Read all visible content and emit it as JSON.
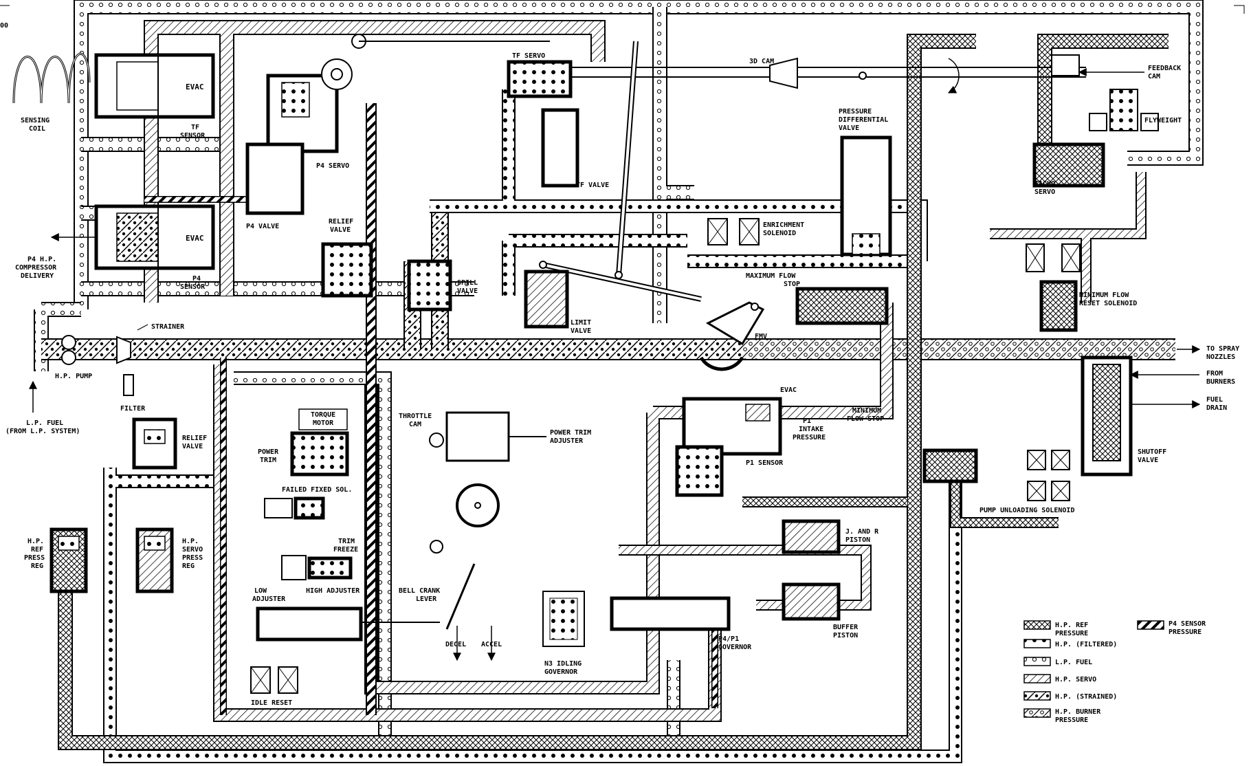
{
  "page": {
    "corner_code": "00"
  },
  "components": {
    "sensing_coil": [
      "SENSING",
      "COIL"
    ],
    "evac_top": "EVAC",
    "evac_mid": "EVAC",
    "evac_p1": "EVAC",
    "tf_sensor": [
      "TF",
      "SENSOR"
    ],
    "p4_sensor": [
      "P4",
      "SENSOR"
    ],
    "p4_hp_delivery": [
      "P4 H.P.",
      "COMPRESSOR",
      "DELIVERY"
    ],
    "p4_servo": "P4 SERVO",
    "p4_valve": "P4 VALVE",
    "relief_valve_top": [
      "RELIEF",
      "VALVE"
    ],
    "relief_valve_low": [
      "RELIEF",
      "VALVE"
    ],
    "spill_valve": [
      "SPILL",
      "VALVE"
    ],
    "tf_servo": "TF SERVO",
    "tf_valve": "TF VALVE",
    "cam_3d": "3D CAM",
    "feedback_cam": [
      "FEEDBACK",
      "CAM"
    ],
    "flyweight": "FLYWEIGHT",
    "tacho_servo": [
      "TACHO",
      "SERVO"
    ],
    "pressure_diff_valve": [
      "PRESSURE",
      "DIFFERENTIAL",
      "VALVE"
    ],
    "enrichment_solenoid": [
      "ENRICHMENT",
      "SOLENOID"
    ],
    "max_flow_stop": [
      "MAXIMUM FLOW",
      "STOP"
    ],
    "min_flow_reset": [
      "MINIMUM FLOW",
      "RESET SOLENOID"
    ],
    "fmv": "FMV",
    "limit_valve": [
      "LIMIT",
      "VALVE"
    ],
    "strainer": "STRAINER",
    "hp_pump": "H.P. PUMP",
    "lp_fuel": [
      "L.P. FUEL",
      "(FROM L.P. SYSTEM)"
    ],
    "filter": "FILTER",
    "to_spray": [
      "TO SPRAY",
      "NOZZLES"
    ],
    "from_burners": [
      "FROM",
      "BURNERS"
    ],
    "fuel_drain": [
      "FUEL",
      "DRAIN"
    ],
    "shutoff_valve": [
      "SHUTOFF",
      "VALVE"
    ],
    "p1_intake": [
      "P1",
      "INTAKE",
      "PRESSURE"
    ],
    "p1_sensor": "P1 SENSOR",
    "min_flow_stop": [
      "MINIMUM",
      "FLOW STOP"
    ],
    "torque_motor": [
      "TORQUE",
      "MOTOR"
    ],
    "throttle_cam": [
      "THROTTLE",
      "CAM"
    ],
    "power_trim_adjuster": [
      "POWER TRIM",
      "ADJUSTER"
    ],
    "power_trim": [
      "POWER",
      "TRIM"
    ],
    "failed_fixed": "FAILED FIXED SOL.",
    "trim_freeze": [
      "TRIM",
      "FREEZE"
    ],
    "low_adjuster": [
      "LOW",
      "ADJUSTER"
    ],
    "high_adjuster": "HIGH ADJUSTER",
    "bell_crank": [
      "BELL CRANK",
      "LEVER"
    ],
    "decel": "DECEL",
    "accel": "ACCEL",
    "n3_idling": [
      "N3 IDLING",
      "GOVERNOR"
    ],
    "idle_reset": "IDLE RESET",
    "hp_ref_press_reg": [
      "H.P.",
      "REF",
      "PRESS",
      "REG"
    ],
    "hp_servo_press_reg": [
      "H.P.",
      "SERVO",
      "PRESS",
      "REG"
    ],
    "p4p1_governor": [
      "P4/P1",
      "GOVERNOR"
    ],
    "j_and_r": [
      "J. AND R",
      "PISTON"
    ],
    "buffer_piston": [
      "BUFFER",
      "PISTON"
    ],
    "pump_unloading": "PUMP UNLOADING SOLENOID"
  },
  "legend": [
    {
      "key": "hp_ref",
      "label": [
        "H.P. REF",
        "PRESSURE"
      ]
    },
    {
      "key": "hp_filtered",
      "label": [
        "H.P. (FILTERED)"
      ]
    },
    {
      "key": "lp_fuel",
      "label": [
        "L.P. FUEL"
      ]
    },
    {
      "key": "hp_servo",
      "label": [
        "H.P. SERVO"
      ]
    },
    {
      "key": "hp_strained",
      "label": [
        "H.P. (STRAINED)"
      ]
    },
    {
      "key": "hp_burner",
      "label": [
        "H.P. BURNER",
        "PRESSURE"
      ]
    },
    {
      "key": "p4_sensor",
      "label": [
        "P4 SENSOR",
        "PRESSURE"
      ]
    }
  ]
}
